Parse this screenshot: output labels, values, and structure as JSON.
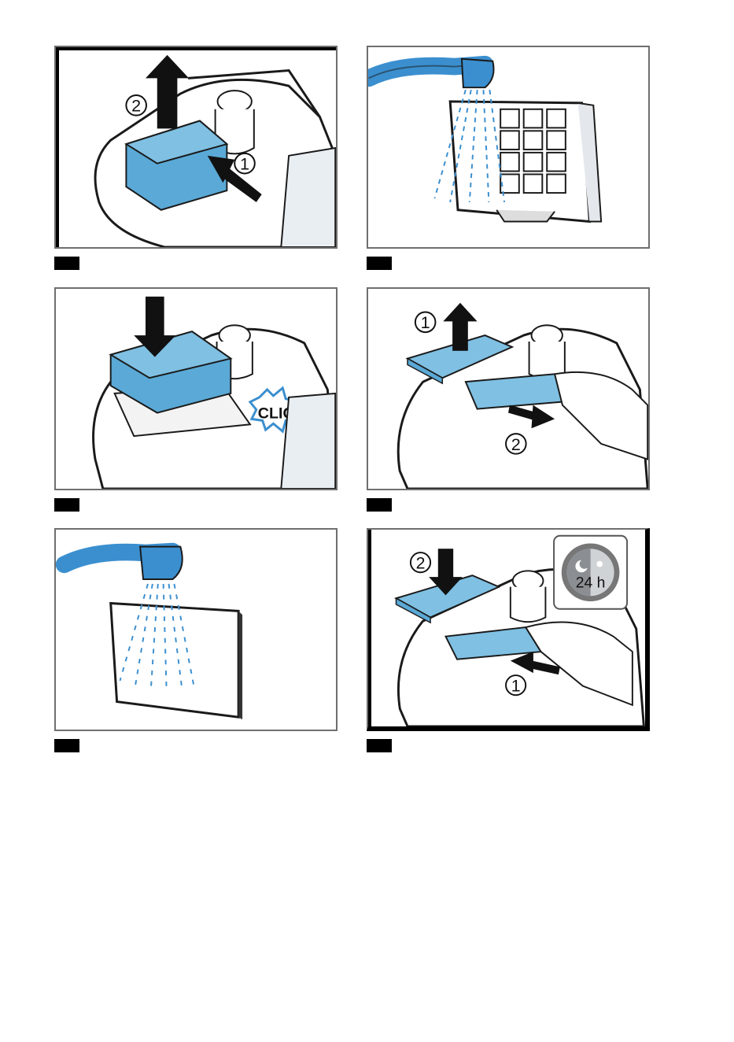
{
  "figures": [
    {
      "id": "fig-1",
      "step_labels": [
        "1",
        "2"
      ]
    },
    {
      "id": "fig-2",
      "step_labels": []
    },
    {
      "id": "fig-3",
      "step_labels": [],
      "badge": "CLICK"
    },
    {
      "id": "fig-4",
      "step_labels": [
        "1",
        "2"
      ]
    },
    {
      "id": "fig-5",
      "step_labels": []
    },
    {
      "id": "fig-6",
      "step_labels": [
        "1",
        "2"
      ],
      "drying_time": "24 h"
    }
  ],
  "colors": {
    "filter_blue": "#5aa9d6",
    "water_blue": "#3b8fcf",
    "outline": "#1a1a1a",
    "frame_gray": "#6f6f6f"
  }
}
